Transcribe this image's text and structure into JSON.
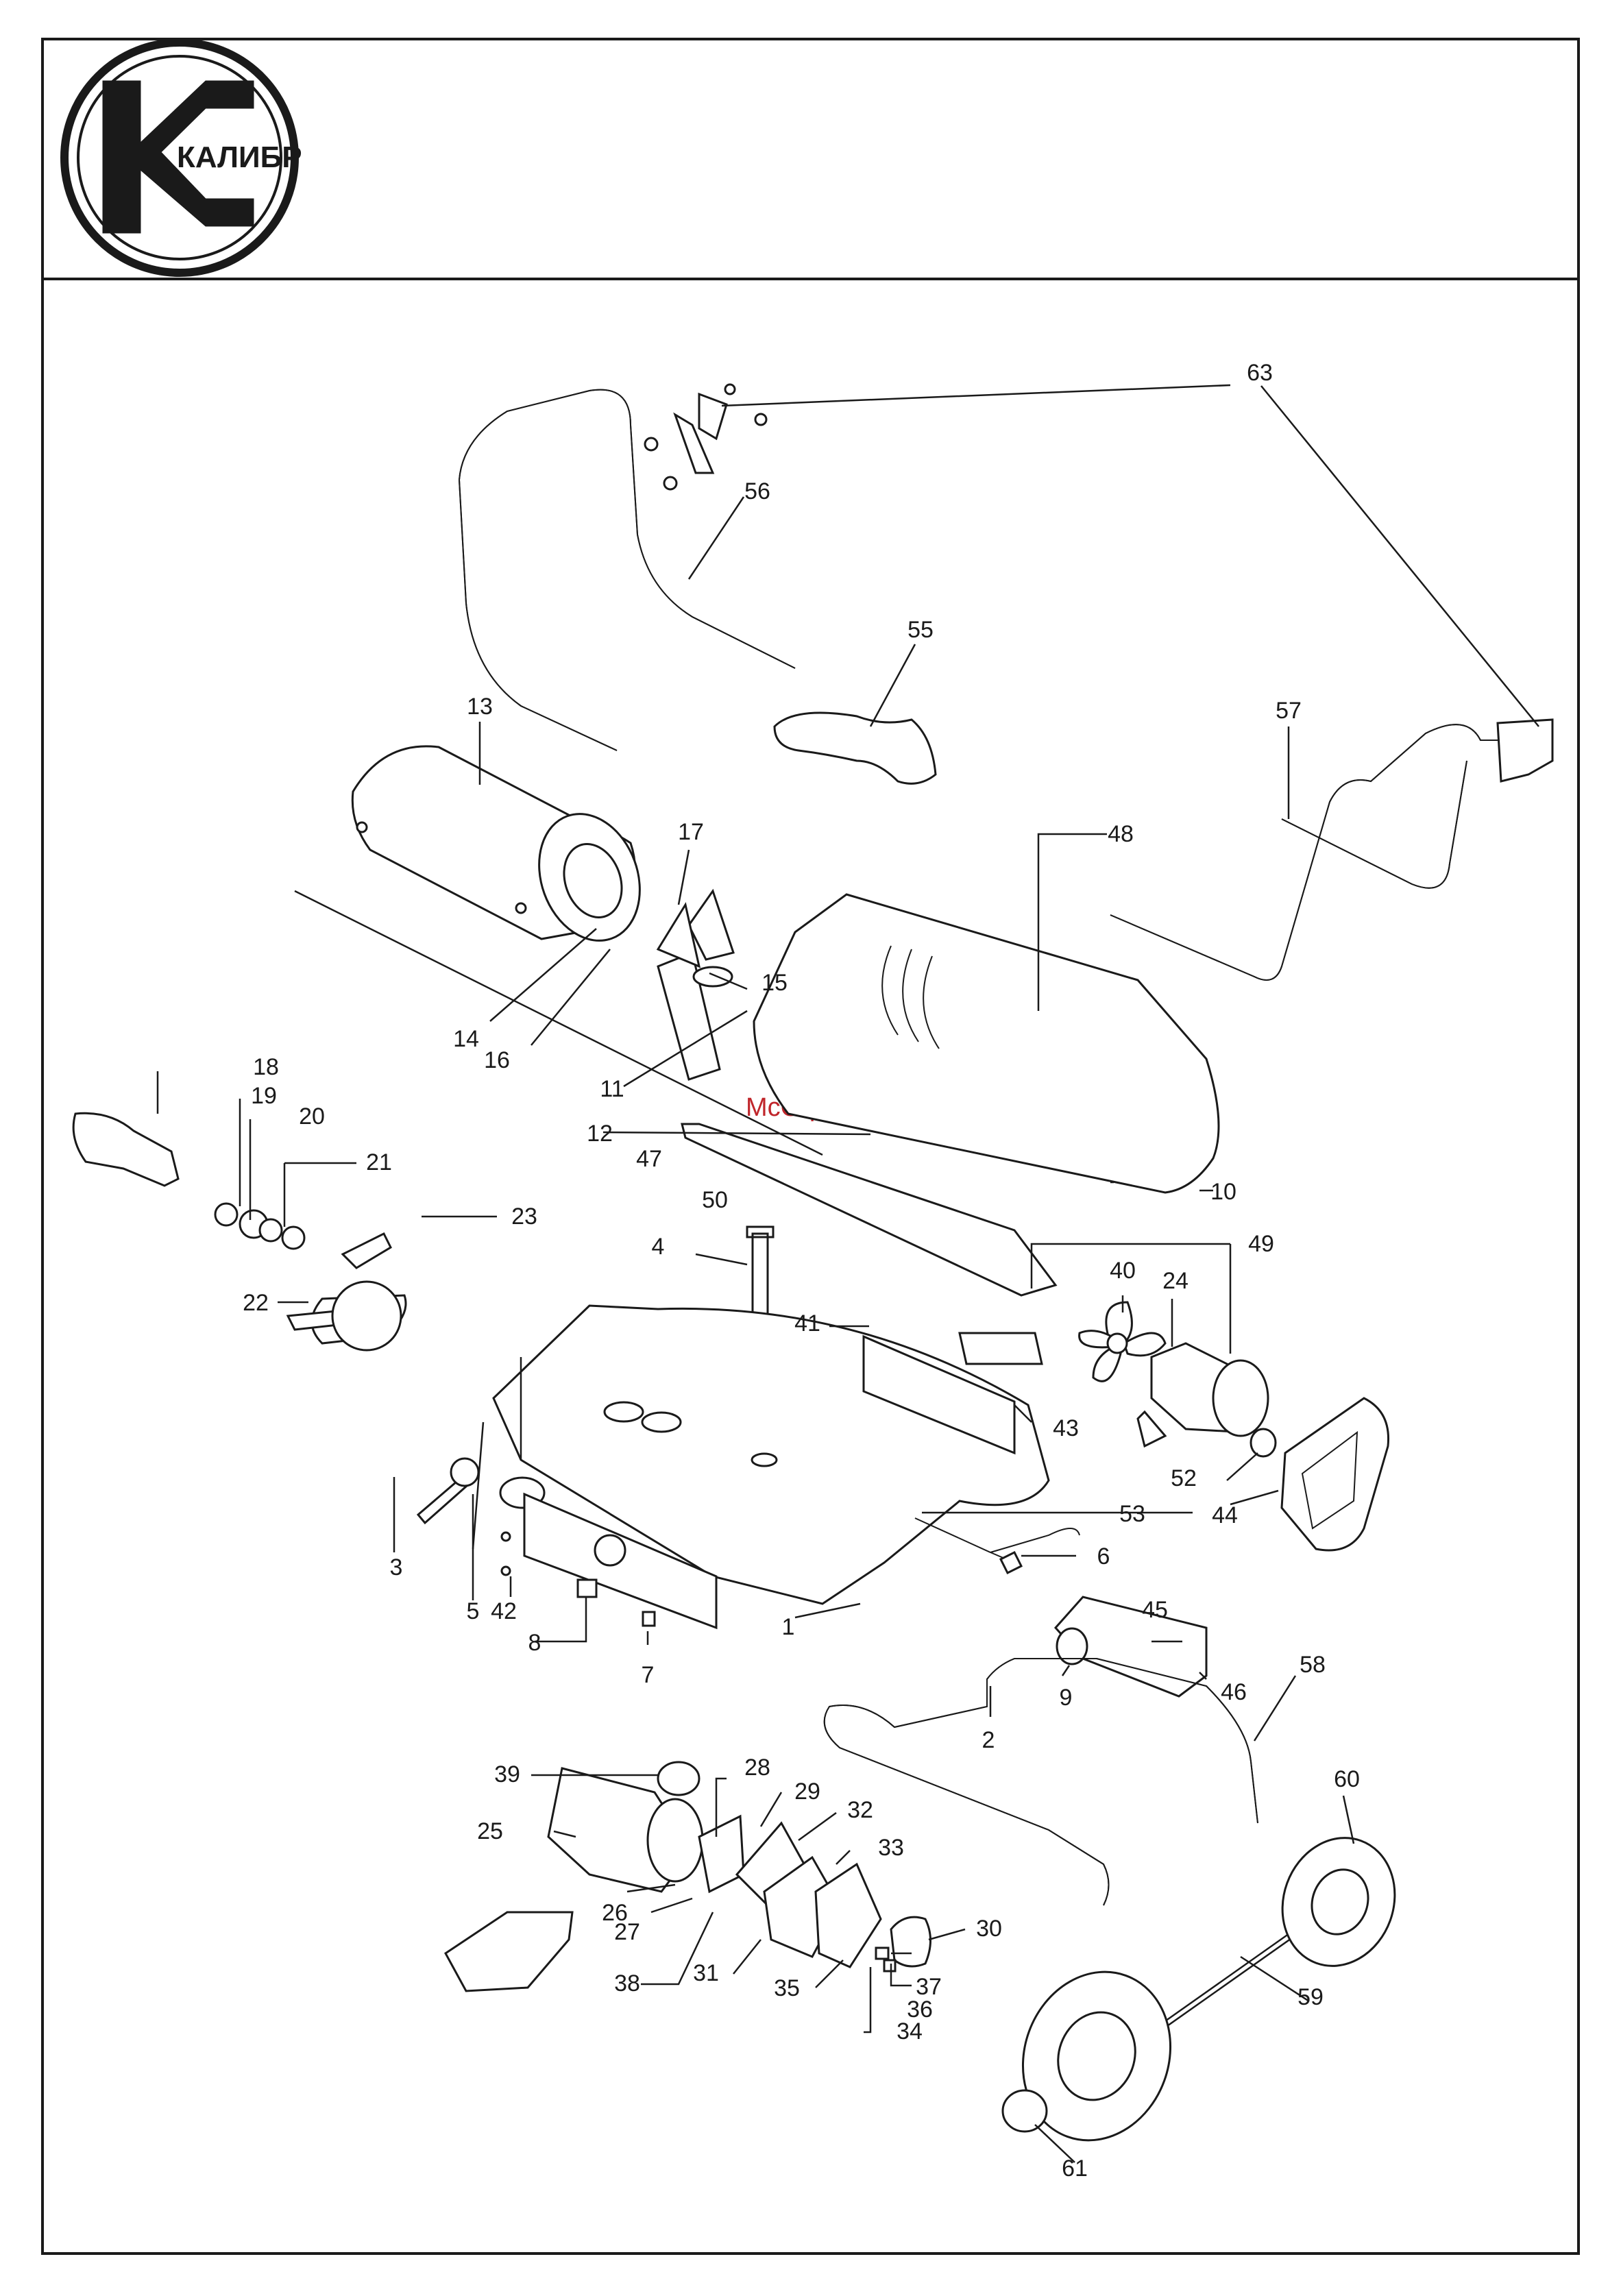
{
  "logo": {
    "text": "КАЛИБР"
  },
  "watermark": "McGrp.Ru",
  "part_labels": [
    {
      "id": "1"
    },
    {
      "id": "2"
    },
    {
      "id": "3"
    },
    {
      "id": "4"
    },
    {
      "id": "5"
    },
    {
      "id": "6"
    },
    {
      "id": "7"
    },
    {
      "id": "8"
    },
    {
      "id": "9"
    },
    {
      "id": "10"
    },
    {
      "id": "11"
    },
    {
      "id": "12"
    },
    {
      "id": "13"
    },
    {
      "id": "14"
    },
    {
      "id": "15"
    },
    {
      "id": "16"
    },
    {
      "id": "17"
    },
    {
      "id": "18"
    },
    {
      "id": "19"
    },
    {
      "id": "20"
    },
    {
      "id": "21"
    },
    {
      "id": "22"
    },
    {
      "id": "23"
    },
    {
      "id": "24"
    },
    {
      "id": "25"
    },
    {
      "id": "26"
    },
    {
      "id": "27"
    },
    {
      "id": "28"
    },
    {
      "id": "29"
    },
    {
      "id": "30"
    },
    {
      "id": "31"
    },
    {
      "id": "32"
    },
    {
      "id": "33"
    },
    {
      "id": "34"
    },
    {
      "id": "35"
    },
    {
      "id": "36"
    },
    {
      "id": "37"
    },
    {
      "id": "38"
    },
    {
      "id": "39"
    },
    {
      "id": "40"
    },
    {
      "id": "41"
    },
    {
      "id": "42"
    },
    {
      "id": "43"
    },
    {
      "id": "44"
    },
    {
      "id": "45"
    },
    {
      "id": "46"
    },
    {
      "id": "47"
    },
    {
      "id": "48"
    },
    {
      "id": "49"
    },
    {
      "id": "50"
    },
    {
      "id": "52"
    },
    {
      "id": "53"
    },
    {
      "id": "55"
    },
    {
      "id": "56"
    },
    {
      "id": "57"
    },
    {
      "id": "58"
    },
    {
      "id": "59"
    },
    {
      "id": "60"
    },
    {
      "id": "61"
    },
    {
      "id": "63"
    }
  ]
}
